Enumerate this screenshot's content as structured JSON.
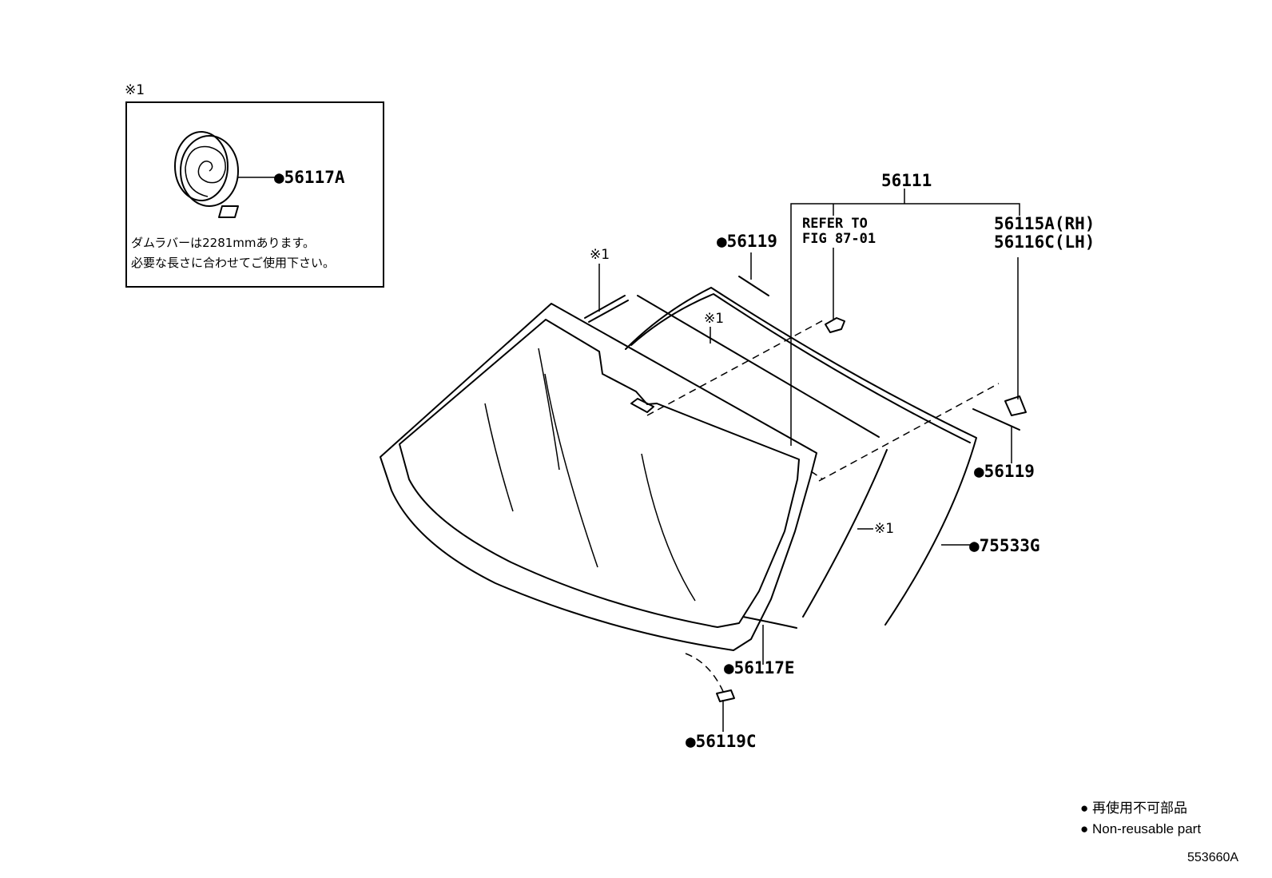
{
  "inset": {
    "ref_mark": "※1",
    "part_label": "●56117A",
    "note_line1": "ダムラバーは2281mmあります。",
    "note_line2": "必要な長さに合わせてご使用下さい。"
  },
  "labels": {
    "p56111": "56111",
    "refer_line1": "REFER TO",
    "refer_line2": "FIG 87-01",
    "p56115A": "56115A(RH)",
    "p56116C": "56116C(LH)",
    "p56119_top": "●56119",
    "p56119_right": "●56119",
    "p75533G": "●75533G",
    "p56117E": "●56117E",
    "p56119C": "●56119C",
    "mark_a": "※1",
    "mark_b": "※1",
    "mark_c": "※1"
  },
  "legend": {
    "jp": "● 再使用不可部品",
    "en": "● Non-reusable part"
  },
  "drawing_code": "553660A"
}
